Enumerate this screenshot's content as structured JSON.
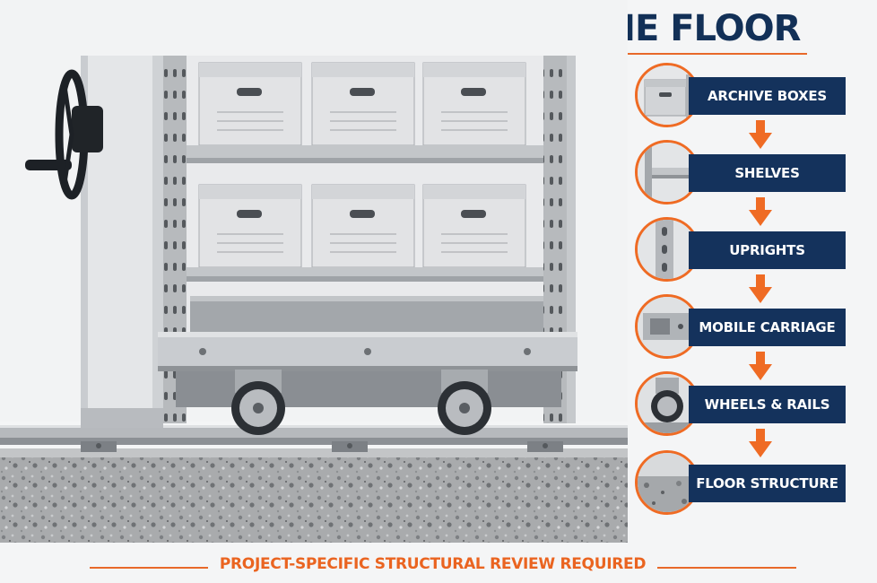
{
  "title": "HOW THE LOAD REACHES THE FLOOR",
  "footer": "PROJECT-SPECIFIC STRUCTURAL REVIEW REQUIRED",
  "colors": {
    "navy": "#14325c",
    "orange": "#ef6b24",
    "steel": "#c9ccd0",
    "concrete": "#a7a9ab"
  },
  "steps": [
    {
      "label": "ARCHIVE BOXES",
      "icon": "archive-box-icon"
    },
    {
      "label": "SHELVES",
      "icon": "shelf-icon"
    },
    {
      "label": "UPRIGHTS",
      "icon": "upright-icon"
    },
    {
      "label": "MOBILE CARRIAGE",
      "icon": "carriage-icon"
    },
    {
      "label": "WHEELS & RAILS",
      "icon": "wheel-icon"
    },
    {
      "label": "FLOOR STRUCTURE",
      "icon": "concrete-floor-icon"
    }
  ]
}
